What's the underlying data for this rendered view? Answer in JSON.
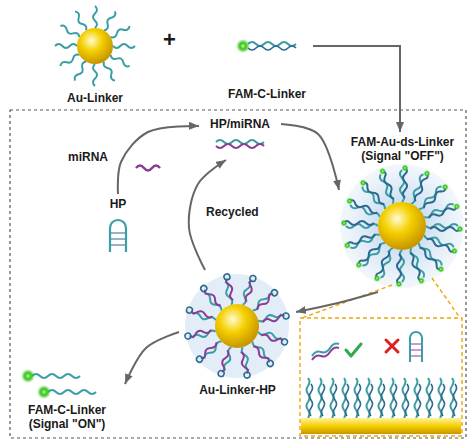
{
  "diagram": {
    "nodes": [
      {
        "text": [
          "Au-Linker"
        ]
      },
      {
        "text": [
          "FAM-C-Linker"
        ]
      },
      {
        "text": [
          "FAM-Au-ds-Linker (Signal \"OFF\")"
        ]
      },
      {
        "text": [
          "HP/miRNA"
        ]
      },
      {
        "text": [
          "HP"
        ]
      },
      {
        "text": [
          "Au-Linker-HP"
        ]
      },
      {
        "text": [
          "FAM-C-Linker (Signal \"ON\")"
        ]
      }
    ],
    "edges": [
      {
        "from": 1,
        "to": 2,
        "arrow": "to"
      },
      {
        "from": 3,
        "to": 2,
        "arrow": "to"
      },
      {
        "from": 2,
        "to": 5,
        "arrow": "to"
      },
      {
        "from": 4,
        "to": 3,
        "arrow": "to",
        "label": "miRNA"
      },
      {
        "from": 5,
        "to": 3,
        "arrow": "to",
        "label": "Recycled"
      },
      {
        "from": 5,
        "to": 6,
        "arrow": "to"
      }
    ],
    "labels": [
      "+"
    ]
  }
}
